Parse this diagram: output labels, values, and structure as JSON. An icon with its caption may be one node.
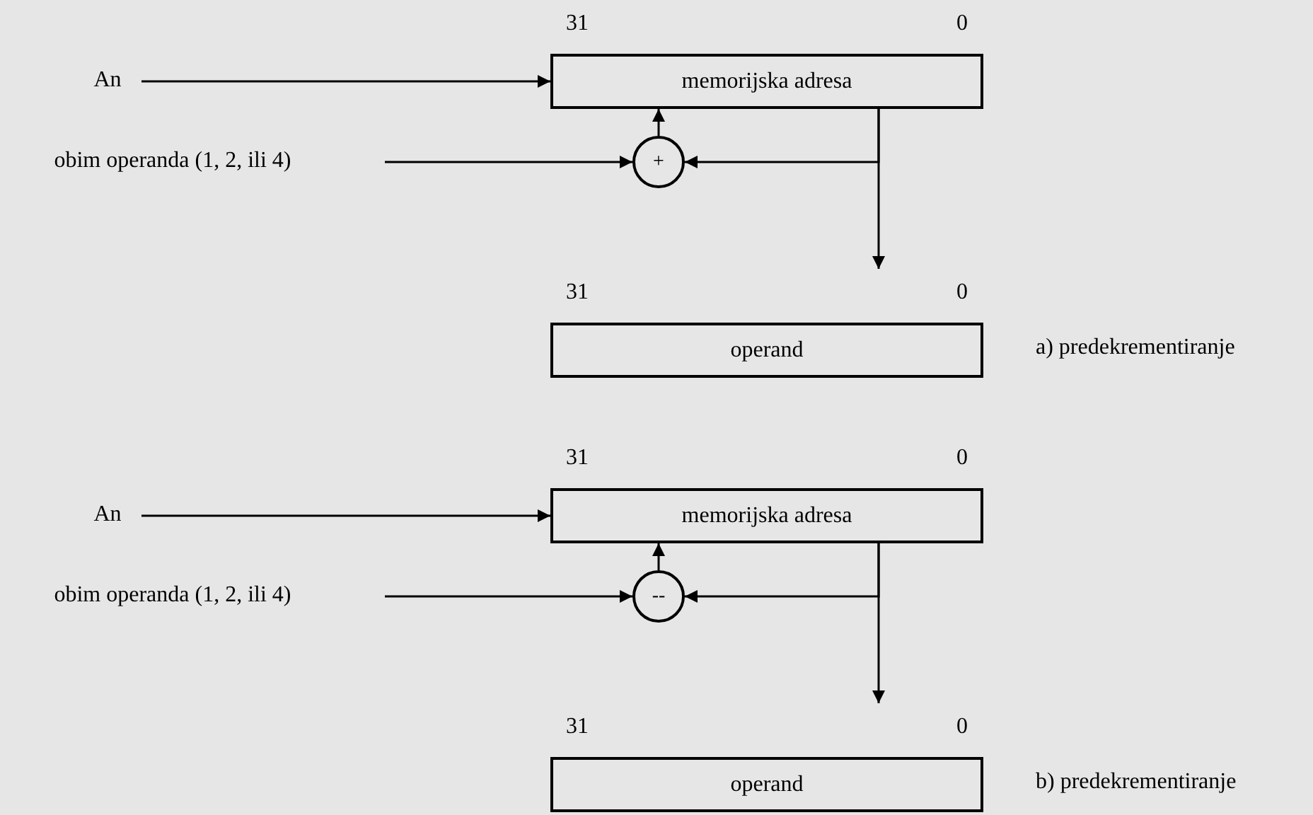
{
  "diagram": {
    "nodes": [
      {
        "text": [
          "An"
        ]
      },
      {
        "text": [
          "memorijska adresa"
        ]
      },
      {
        "text": [
          "obim operanda (1, 2, ili 4)"
        ]
      },
      {
        "text": [
          "+"
        ]
      },
      {
        "text": [
          "operand"
        ],
        "beside": [
          "a) predekrementiranje"
        ]
      },
      {
        "text": [
          "An"
        ]
      },
      {
        "text": [
          "memorijska adresa"
        ]
      },
      {
        "text": [
          "obim operanda (1, 2, ili 4)"
        ]
      },
      {
        "text": [
          "--"
        ]
      },
      {
        "text": [
          "operand"
        ],
        "beside": [
          "b) predekrementiranje"
        ]
      }
    ],
    "edges": [
      {
        "from": 0,
        "to": 1,
        "arrow": "to"
      },
      {
        "from": 2,
        "to": 3,
        "arrow": "to"
      },
      {
        "from": 1,
        "to": 3,
        "arrow": "to"
      },
      {
        "from": 3,
        "to": 1,
        "arrow": "to"
      },
      {
        "from": 1,
        "to": null,
        "arrow": "to"
      },
      {
        "from": 5,
        "to": 6,
        "arrow": "to"
      },
      {
        "from": 7,
        "to": 8,
        "arrow": "to"
      },
      {
        "from": 6,
        "to": 8,
        "arrow": "to"
      },
      {
        "from": 8,
        "to": 6,
        "arrow": "to"
      },
      {
        "from": 6,
        "to": null,
        "arrow": "to"
      }
    ],
    "labels": [
      "31",
      "0",
      "31",
      "0",
      "31",
      "0",
      "31",
      "0"
    ]
  }
}
